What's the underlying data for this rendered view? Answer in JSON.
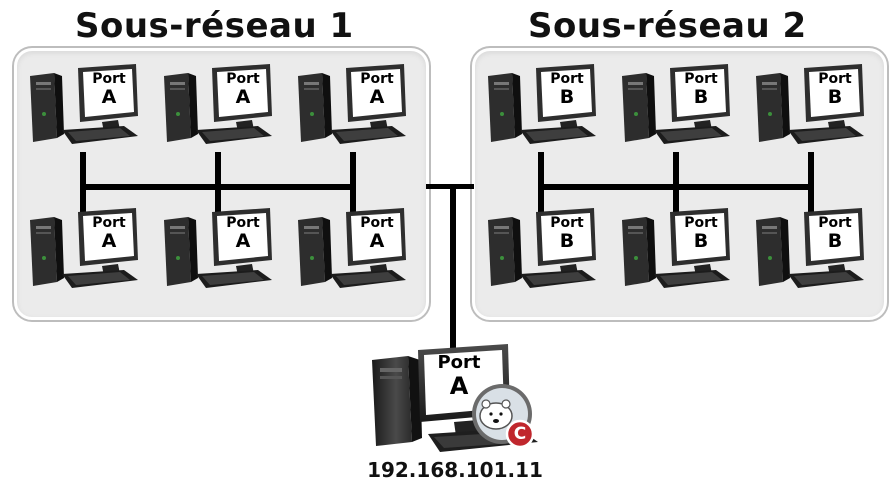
{
  "subnets": [
    {
      "title": "Sous-réseau 1",
      "port_label": "Port",
      "port_letter": "A"
    },
    {
      "title": "Sous-réseau 2",
      "port_label": "Port",
      "port_letter": "B"
    }
  ],
  "server": {
    "port_label": "Port",
    "port_letter": "A",
    "ip": "192.168.101.11",
    "badge_letter": "C"
  },
  "colors": {
    "line": "#000000",
    "panel": "#ebebeb",
    "badge": "#c0272d"
  }
}
